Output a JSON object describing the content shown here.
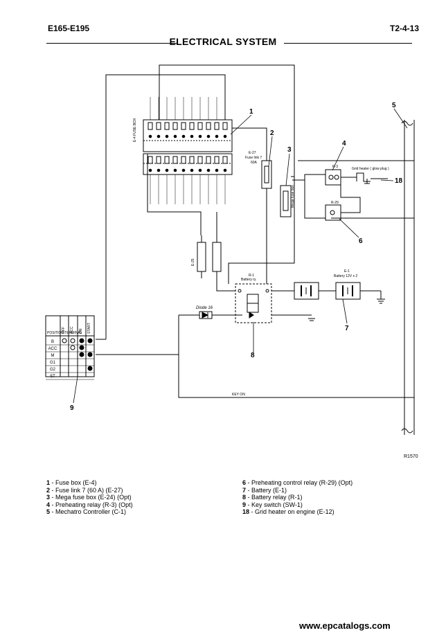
{
  "header": {
    "model": "E165-E195",
    "page": "T2-4-13",
    "title": "ELECTRICAL SYSTEM"
  },
  "callouts": [
    "1",
    "2",
    "3",
    "4",
    "5",
    "6",
    "7",
    "8",
    "9",
    "18"
  ],
  "components": {
    "fuse_box": "E-4 FUSE BOX",
    "fuse_link": [
      "E-27",
      "Fuse link 7",
      "60A"
    ],
    "mega_fuse": "Mega fuse box",
    "preheat_relay": "R-3",
    "grid_heater": "Grid heater ( glow plug )",
    "preheat_ctrl": "R-29",
    "battery_relay": [
      "R-1",
      "Battery ry."
    ],
    "battery": [
      "E-1",
      "Battery 12V x 2"
    ],
    "diode": "Diode 16",
    "fuse_e25": "E-25",
    "key_on": "KEY ON"
  },
  "key_switch": {
    "header": [
      "POSITION TERMINAL",
      "OFF",
      "ACC",
      "ON",
      "START"
    ],
    "rows": [
      "B",
      "ACC",
      "M",
      "G1",
      "G2",
      "ST"
    ]
  },
  "drawing_code": "R1570",
  "legend_left": [
    {
      "num": "1",
      "text": "Fuse box (E-4)",
      "opt": ""
    },
    {
      "num": "2",
      "text": "Fuse link 7 (60 A) (E-27)",
      "opt": ""
    },
    {
      "num": "3",
      "text": "Mega fuse box (E-24)",
      "opt": "(Opt)"
    },
    {
      "num": "4",
      "text": "Preheating relay (R-3)",
      "opt": "(Opt)"
    },
    {
      "num": "5",
      "text": "Mechatro Controller (C-1)",
      "opt": ""
    }
  ],
  "legend_right": [
    {
      "num": "6",
      "text": "Preheating control relay (R-29)",
      "opt": "(Opt)"
    },
    {
      "num": "7",
      "text": "Battery (E-1)",
      "opt": ""
    },
    {
      "num": "8",
      "text": "Battery relay (R-1)",
      "opt": ""
    },
    {
      "num": "9",
      "text": "Key switch (SW-1)",
      "opt": ""
    },
    {
      "num": "18",
      "text": "Grid heater on engine (E-12)",
      "opt": ""
    }
  ],
  "footer": "www.epcatalogs.com"
}
